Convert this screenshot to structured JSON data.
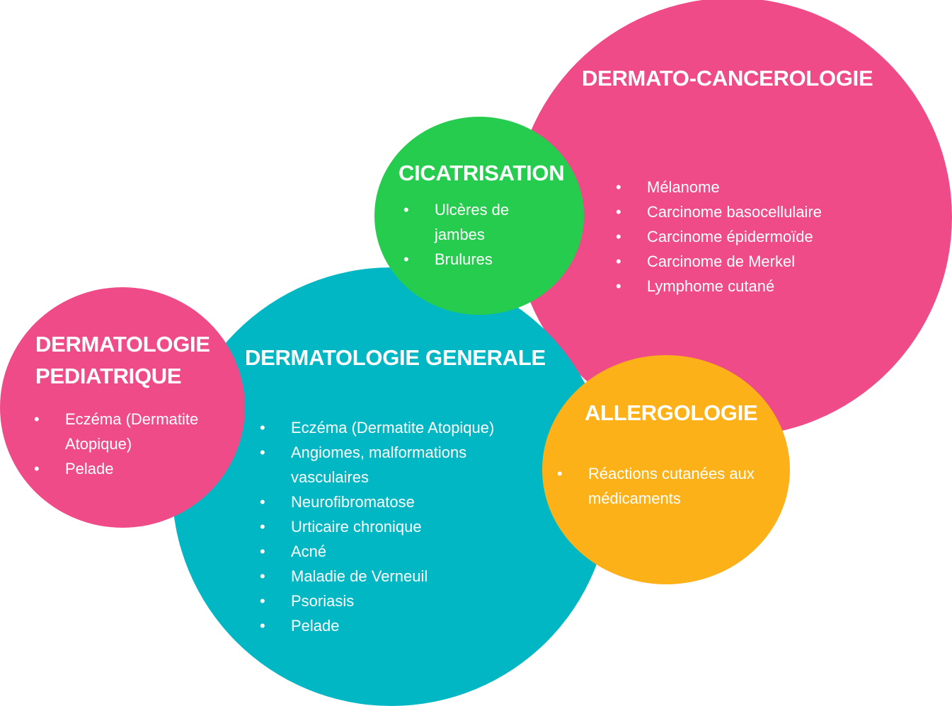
{
  "colors": {
    "pink": "#ef4b88",
    "teal": "#00b7c3",
    "green": "#26cc4e",
    "yellow": "#fbb117",
    "text": "#ffffff"
  },
  "circles": {
    "cancero": {
      "title": "DERMATO-CANCEROLOGIE",
      "color": "pink",
      "items": [
        "Mélanome",
        "Carcinome basocellulaire",
        "Carcinome épidermoïde",
        "Carcinome de Merkel",
        "Lymphome cutané"
      ]
    },
    "generale": {
      "title": "DERMATOLOGIE GENERALE",
      "color": "teal",
      "items": [
        "Eczéma (Dermatite Atopique)",
        "Angiomes, malformations vasculaires",
        "Neurofibromatose",
        "Urticaire chronique",
        "Acné",
        "Maladie de Verneuil",
        "Psoriasis",
        "Pelade"
      ]
    },
    "pediatrique": {
      "title": "DERMATOLOGIE PEDIATRIQUE",
      "color": "pink",
      "items": [
        "Eczéma (Dermatite Atopique)",
        "Pelade"
      ]
    },
    "cicatrisation": {
      "title": "CICATRISATION",
      "color": "green",
      "items": [
        "Ulcères de jambes",
        "Brulures"
      ]
    },
    "allergologie": {
      "title": "ALLERGOLOGIE",
      "color": "yellow",
      "items": [
        "Réactions cutanées aux médicaments"
      ]
    }
  }
}
